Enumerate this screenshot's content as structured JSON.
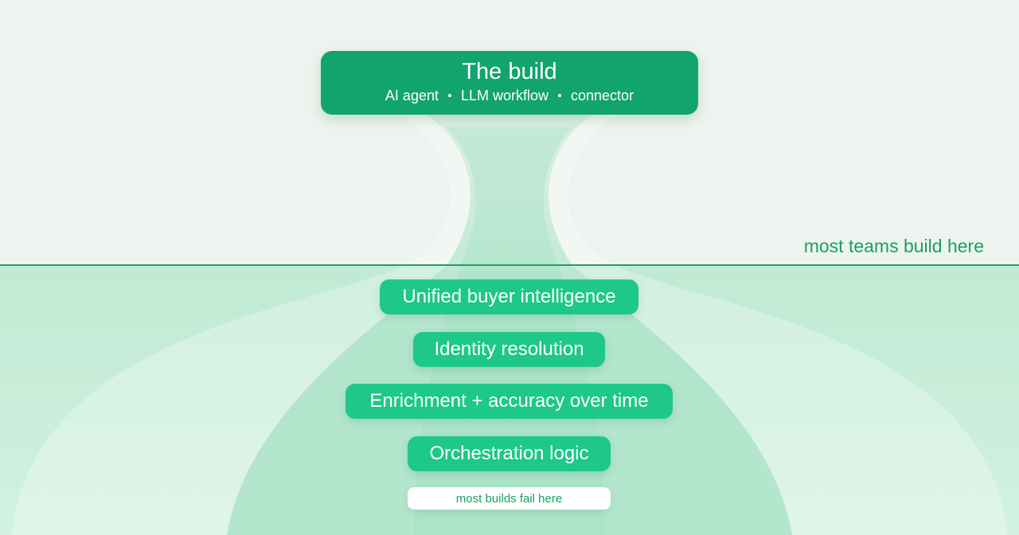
{
  "top": {
    "title": "The build",
    "items": [
      "AI agent",
      "LLM workflow",
      "connector"
    ]
  },
  "threshold_label": "most teams build here",
  "layers": [
    {
      "label": "Unified buyer intelligence"
    },
    {
      "label": "Identity resolution"
    },
    {
      "label": "Enrichment + accuracy over time"
    },
    {
      "label": "Orchestration logic"
    }
  ],
  "footer_badge": "most builds fail here",
  "colors": {
    "background": "#edf4ef",
    "lower_region": "#c9eedc",
    "top_card": "#11a46f",
    "layer_pill": "#1ec78a",
    "threshold_line": "#1f9f68",
    "accent_text": "#1b9e66"
  }
}
